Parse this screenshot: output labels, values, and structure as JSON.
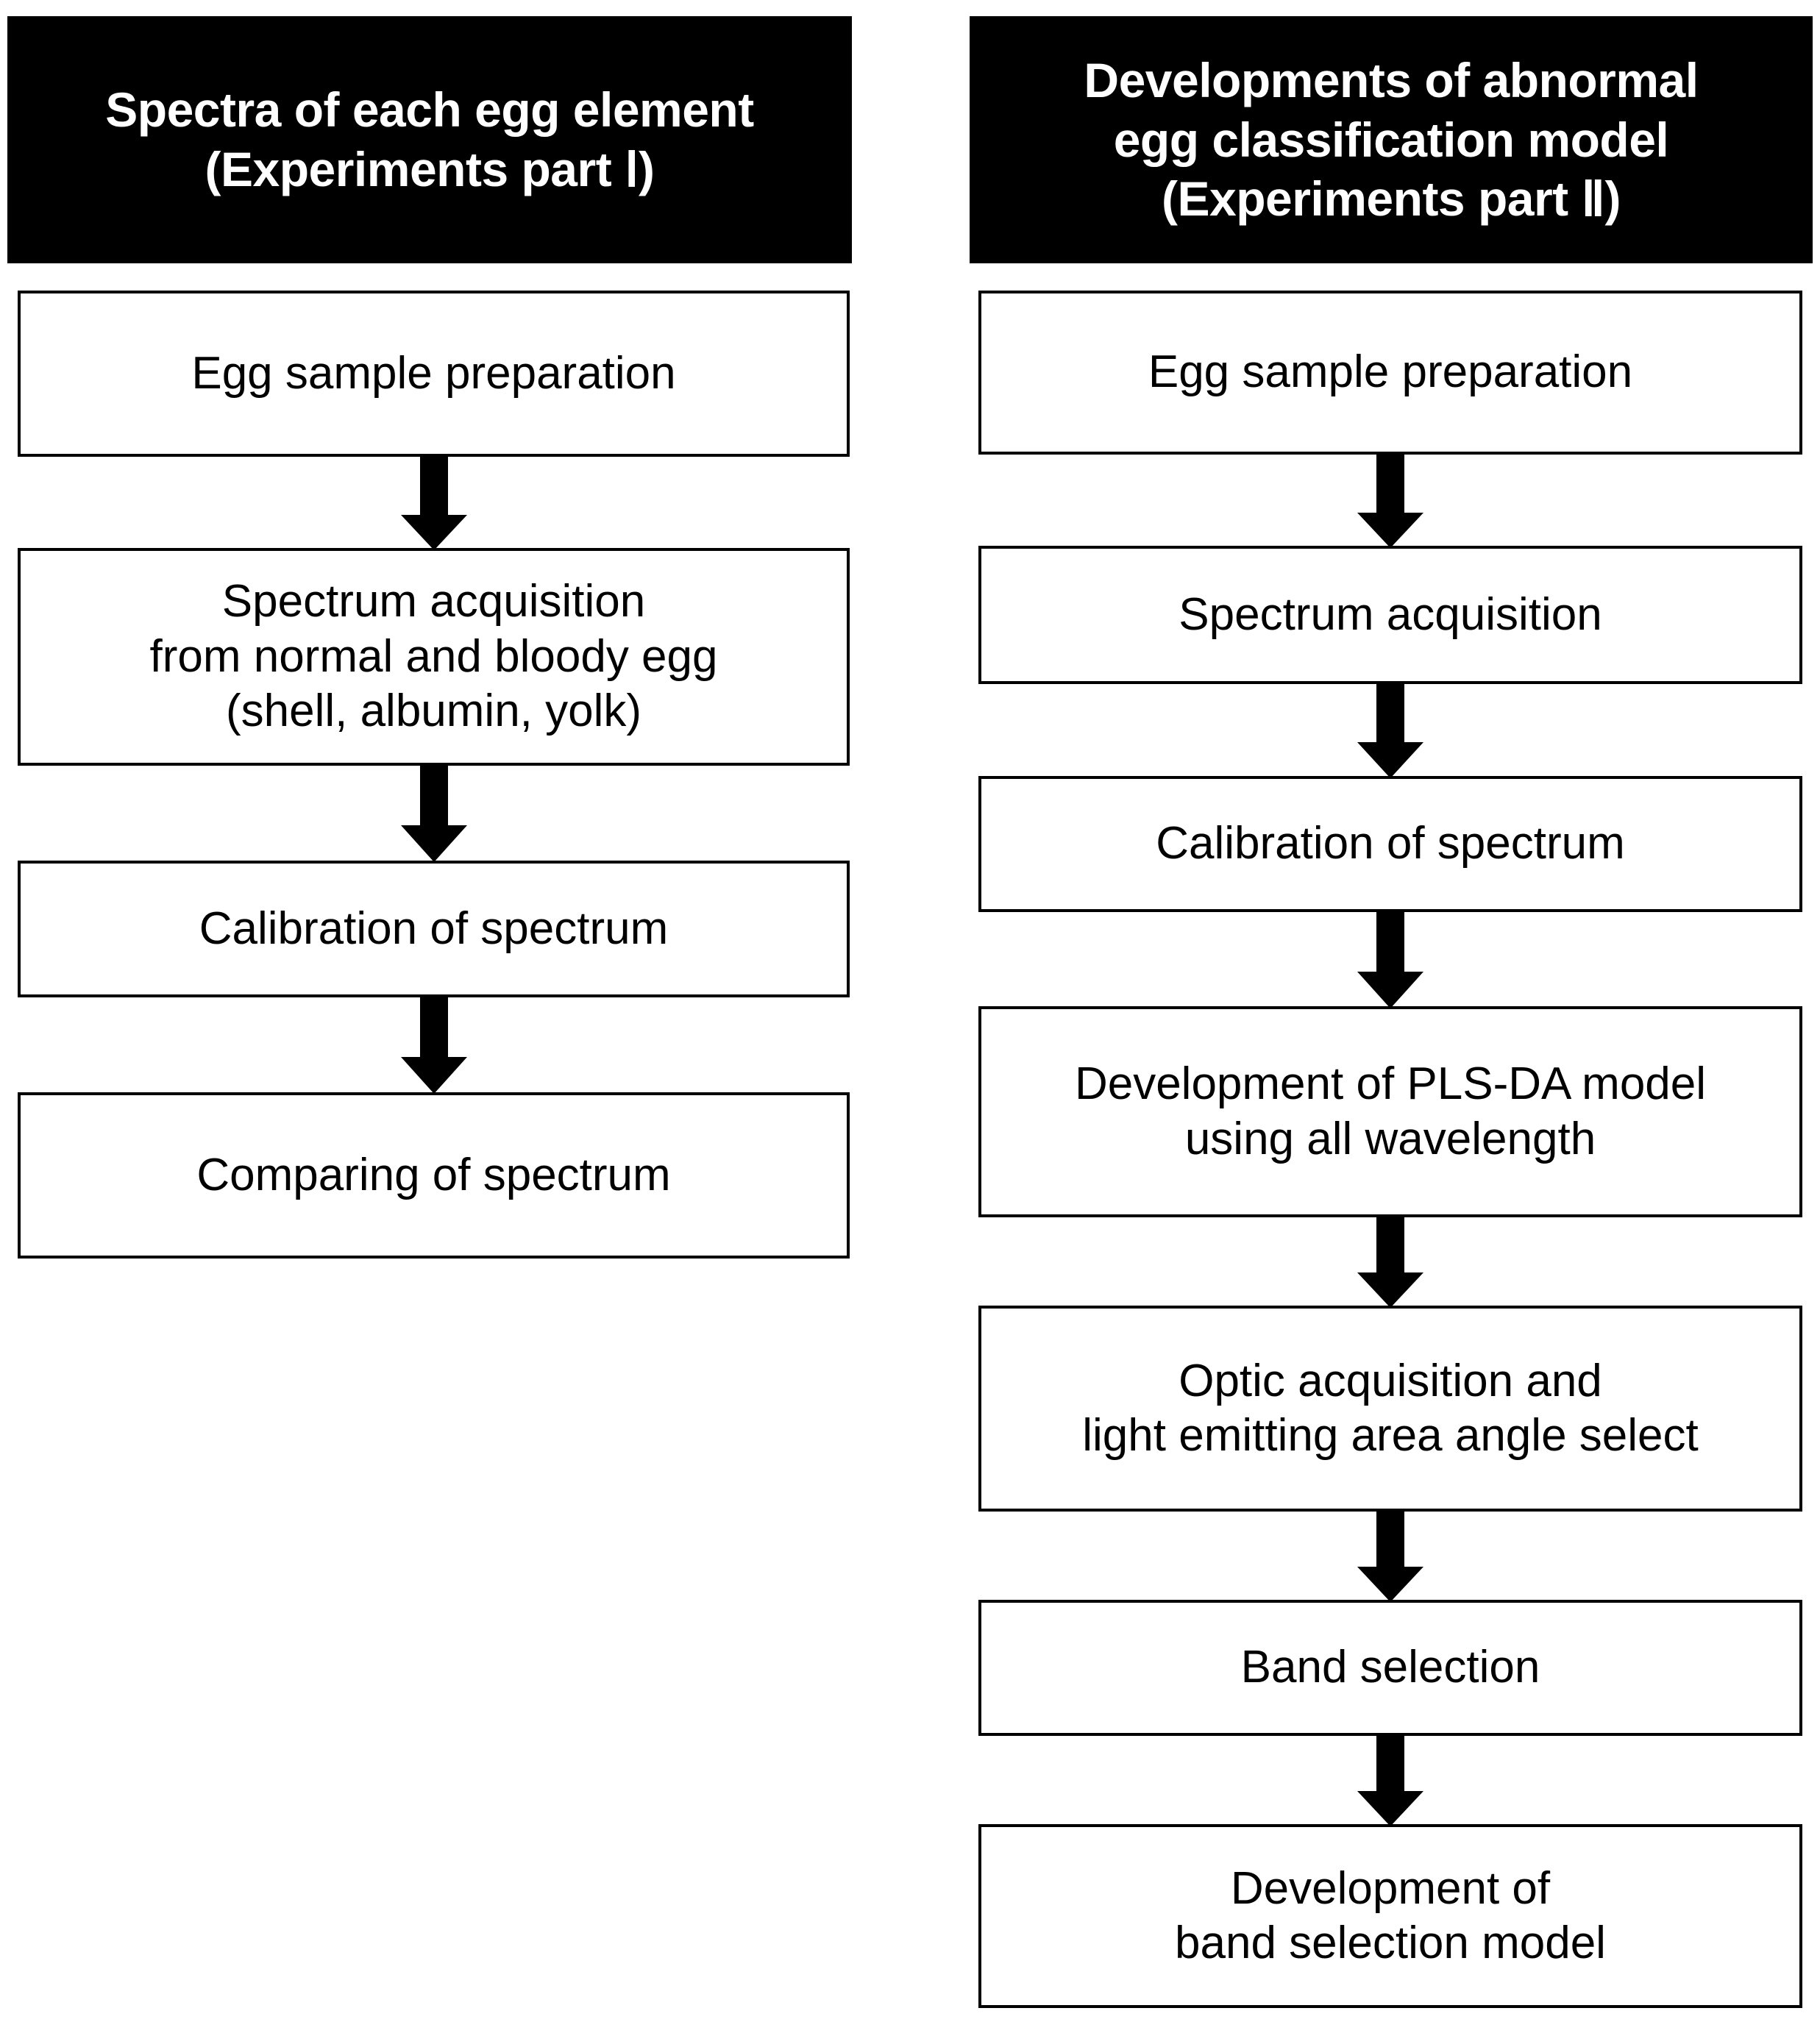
{
  "diagram": {
    "type": "flowchart",
    "orientation": "two-column-vertical",
    "background_color": "#ffffff",
    "box_border_color": "#000000",
    "banner_background_color": "#000000",
    "banner_text_color": "#ffffff",
    "arrow_color": "#000000"
  },
  "left_column": {
    "banner": {
      "line1": "Spectra of each egg element",
      "line2": "(Experiments part Ⅰ)"
    },
    "steps": [
      {
        "id": "l1",
        "line1": "Egg sample preparation",
        "line2": "",
        "line3": ""
      },
      {
        "id": "l2",
        "line1": "Spectrum acquisition",
        "line2": "from normal and bloody egg",
        "line3": "(shell, albumin, yolk)"
      },
      {
        "id": "l3",
        "line1": "Calibration of spectrum",
        "line2": "",
        "line3": ""
      },
      {
        "id": "l4",
        "line1": "Comparing of spectrum",
        "line2": "",
        "line3": ""
      }
    ],
    "arrow_count": 3
  },
  "right_column": {
    "banner": {
      "line1": "Developments of abnormal",
      "line2": "egg classification model",
      "line3": "(Experiments part Ⅱ)"
    },
    "steps": [
      {
        "id": "r1",
        "line1": "Egg sample preparation",
        "line2": ""
      },
      {
        "id": "r2",
        "line1": "Spectrum acquisition",
        "line2": ""
      },
      {
        "id": "r3",
        "line1": "Calibration of spectrum",
        "line2": ""
      },
      {
        "id": "r4",
        "line1": "Development of PLS-DA model",
        "line2": "using all wavelength"
      },
      {
        "id": "r5",
        "line1": "Optic acquisition and",
        "line2": "light emitting area angle select"
      },
      {
        "id": "r6",
        "line1": "Band selection",
        "line2": ""
      },
      {
        "id": "r7",
        "line1": "Development of",
        "line2": "band selection model"
      }
    ],
    "arrow_count": 6
  }
}
